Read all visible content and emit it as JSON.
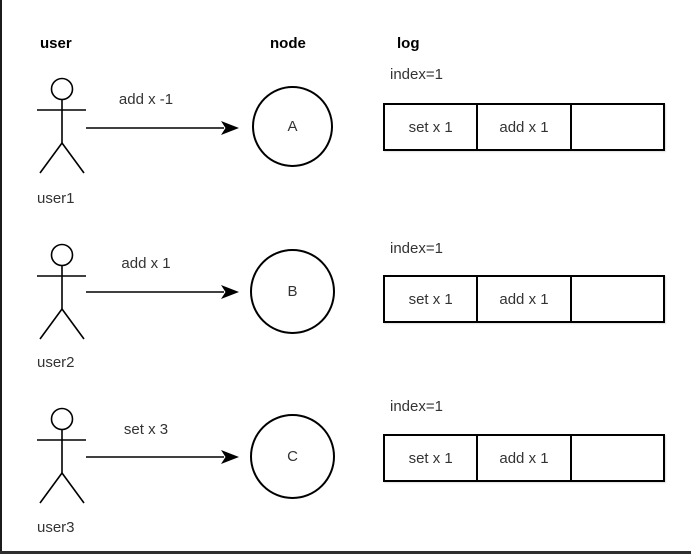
{
  "colors": {
    "background": "#ffffff",
    "stroke": "#000000",
    "text": "#333333",
    "header_text": "#000000",
    "edge_bar": "#2e2e2e"
  },
  "headers": {
    "user": "user",
    "node": "node",
    "log": "log"
  },
  "rows": [
    {
      "user_label": "user1",
      "command": "add x -1",
      "node_label": "A",
      "log": {
        "index_label": "index=1",
        "cells": [
          "set x 1",
          "add x 1",
          ""
        ]
      }
    },
    {
      "user_label": "user2",
      "command": "add x 1",
      "node_label": "B",
      "log": {
        "index_label": "index=1",
        "cells": [
          "set x 1",
          "add x 1",
          ""
        ]
      }
    },
    {
      "user_label": "user3",
      "command": "set x 3",
      "node_label": "C",
      "log": {
        "index_label": "index=1",
        "cells": [
          "set x 1",
          "add x 1",
          ""
        ]
      }
    }
  ]
}
